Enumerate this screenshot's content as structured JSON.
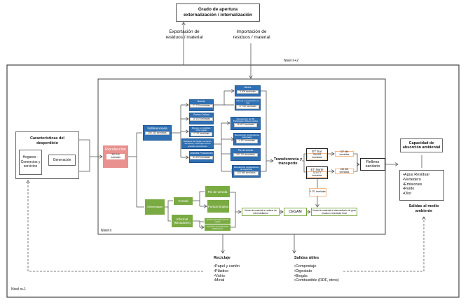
{
  "top": {
    "title_line1": "Grado de apertura",
    "title_line2": "externalización / internalización",
    "export": "Exportación de residuos / material",
    "import": "Importación de residuos / material"
  },
  "levels": {
    "n2": "Nivel n+2",
    "n1": "Nivel n+1",
    "n": "Nivel n"
  },
  "caracteristicas": {
    "title": "Características del desperdicio",
    "hogares": "Hogares - Comercios y servicios",
    "generacion": "Generación"
  },
  "recoleccion": {
    "label": "Recolección",
    "value": "350 240 toneladas"
  },
  "indiferenciada": {
    "label": "Indiferenciada",
    "value": "350 240 toneladas"
  },
  "col2": [
    {
      "label": "Barrido",
      "value": "27 275 toneladas"
    },
    {
      "label": "Puntos Críticos",
      "value": "16 192 toneladas"
    },
    {
      "label": "Mayores en cantidad / Ciclo regular",
      "value": "1 712 toneladas"
    },
    {
      "label": "Residuos del hogar, comercio, servicios y otros que no son grandes productores",
      "value": ""
    },
    {
      "label": "Grandes Productores",
      "value": "84 192 toneladas"
    }
  ],
  "col3": [
    {
      "label": "Mixtos",
      "value": "3 409 toneladas"
    },
    {
      "label": "Manual y recolección en ruta",
      "value": "17 760 toneladas"
    },
    {
      "label": "Recolección de RD Particulares Diferenciados",
      "value": "16 407 toneladas"
    },
    {
      "label": "Recolección contenedores soterrados",
      "value": "4 807 toneladas"
    },
    {
      "label": "Pie de vereda",
      "value": "297 120 toneladas"
    },
    {
      "label": "Recolección contenedores de superficie",
      "value": "103 968 toneladas"
    }
  ],
  "transfer": "Transferencia y transporte",
  "et_sur": {
    "label": "ET Sur",
    "value": "236 803 toneladas",
    "out": "327 364 toneladas"
  },
  "et_norte": {
    "label": "ET Norte",
    "value": "313 677 toneladas",
    "out": "236 803 toneladas",
    "down": "6 272 toneladas"
  },
  "relleno": "Relleno sanitario",
  "diferenciada": {
    "label": "Diferenciada",
    "formal": "Formal",
    "informal": "Informal (Minadores)",
    "pie": "Pie de vereda",
    "puntos": "Puntos limpios",
    "apertura": "Apertura de bolsas a pie de vereda",
    "acuerdos": "Acuerdos con porteros de edificaciones"
  },
  "venta1": "Venta de material a cadena de intermediarios",
  "cegam": "CEGAM",
  "venta2": "Venta de material a intermediario de gran escala o reciclador final",
  "capacidad": "Capacidad de absorción ambiental",
  "salidas_ambiente": {
    "items": [
      "•Agua Residual",
      "•Vertedero",
      "•Emisiones",
      "•Ruido",
      "•Olor"
    ],
    "title": "Salidas al medio ambiente"
  },
  "reciclaje": {
    "title": "Reciclaje",
    "items": [
      "•Papel y cartón",
      "•Plástico",
      "•Vidrio",
      "•Metal"
    ]
  },
  "salidas_utiles": {
    "title": "Salidas útiles",
    "items": [
      "•Compostaje",
      "•Digestato",
      "•Biogás",
      "•Combustible (RDF, otros)"
    ]
  },
  "colors": {
    "blue": "#2f6fb3",
    "green": "#7aab43",
    "pink": "#e8918f",
    "orange": "#f5b98a"
  }
}
